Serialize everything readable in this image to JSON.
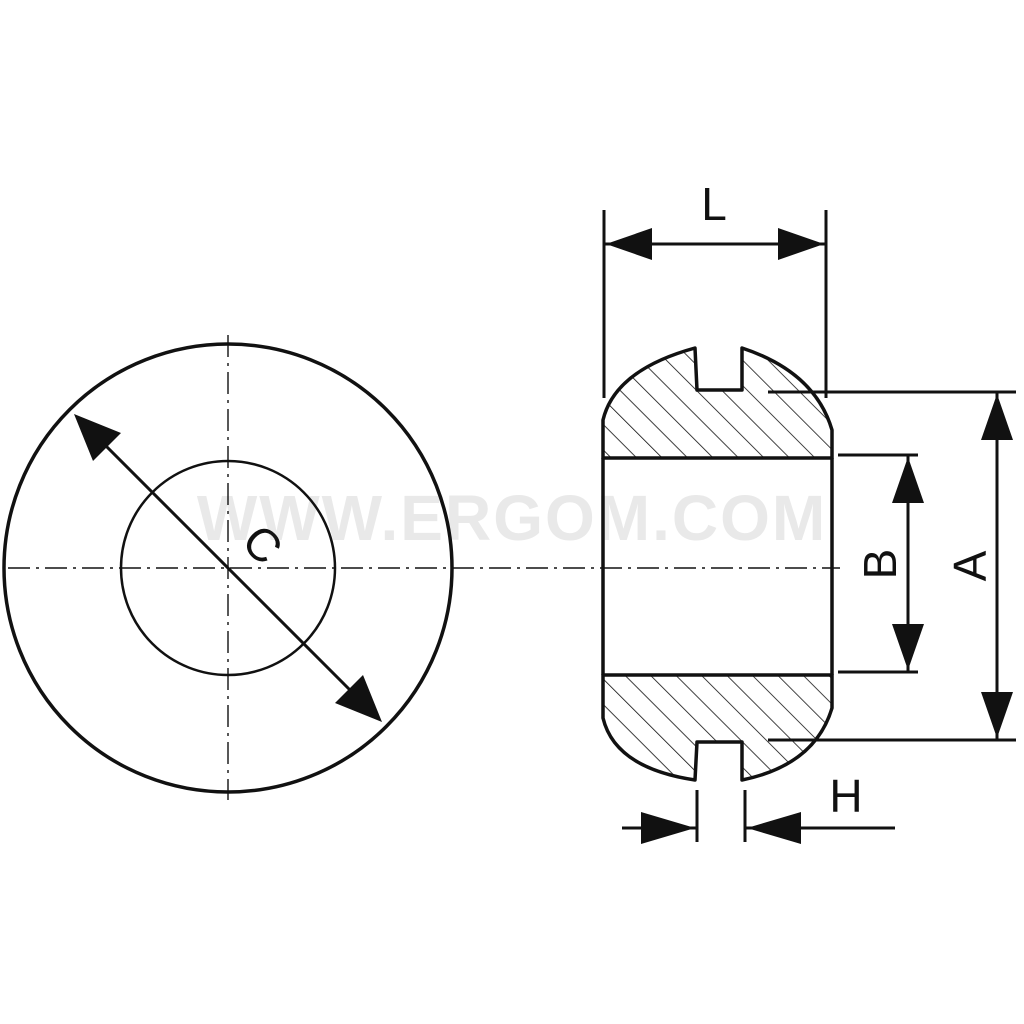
{
  "watermark": "WWW.ERGOM.COM",
  "labels": {
    "c": "C",
    "l": "L",
    "b": "B",
    "a": "A",
    "h": "H"
  },
  "colors": {
    "line": "#111111",
    "watermark": "#e9e9e9",
    "background": "#ffffff"
  }
}
